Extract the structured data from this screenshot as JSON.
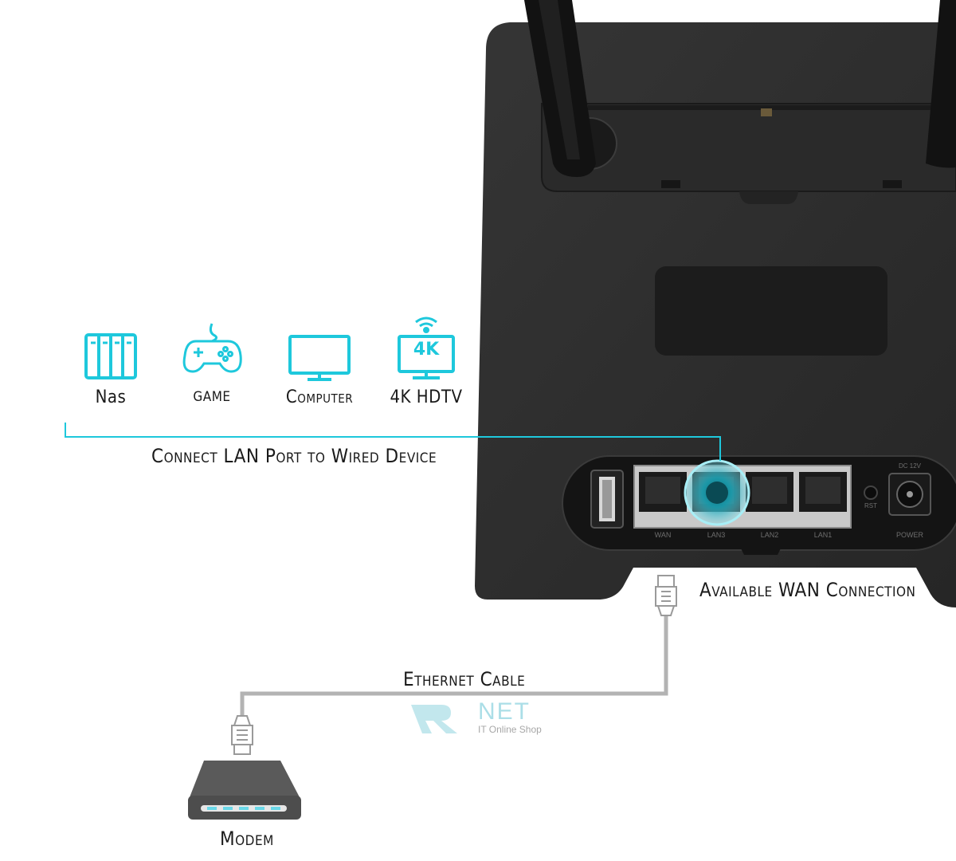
{
  "devices": [
    {
      "label": "Nas",
      "icon": "nas-icon"
    },
    {
      "label": "GAME",
      "icon": "gamepad-icon"
    },
    {
      "label": "Computer",
      "icon": "monitor-icon"
    },
    {
      "label": "4K HDTV",
      "icon": "tv-4k-wifi-icon",
      "badge": "4K"
    }
  ],
  "labels": {
    "lan_caption": "Connect LAN Port to Wired Device",
    "wan_caption": "Available WAN Connection",
    "cable_caption": "Ethernet Cable",
    "modem_caption": "Modem"
  },
  "router": {
    "ports": [
      "WAN",
      "LAN3",
      "LAN2",
      "LAN1"
    ],
    "rst_label": "RST",
    "power_label": "POWER",
    "dc_label": "DC 12V"
  },
  "watermark": {
    "brand": "NET",
    "tagline": "IT Online Shop"
  },
  "colors": {
    "accent": "#1ec8dc",
    "router_body": "#2b2b2b",
    "cable": "#b3b3b3",
    "modem": "#5a5a5a"
  }
}
